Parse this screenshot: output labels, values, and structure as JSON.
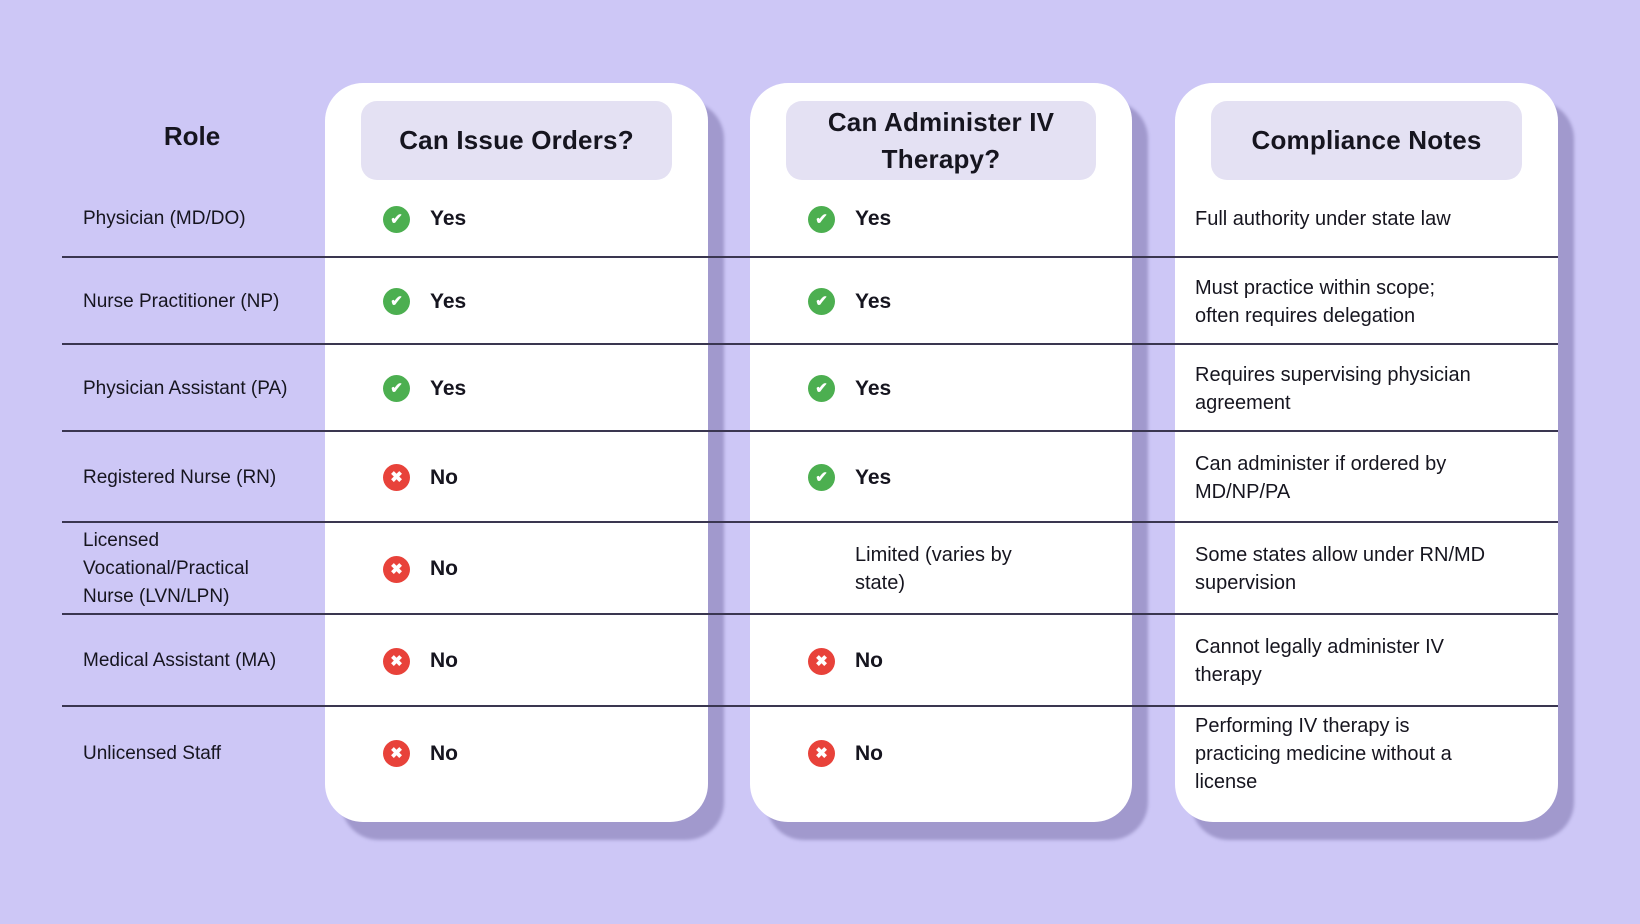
{
  "role_column": {
    "header": "Role"
  },
  "columns": {
    "issue": {
      "title": "Can Issue Orders?"
    },
    "iv": {
      "title": "Can Administer IV Therapy?"
    },
    "notes": {
      "title": "Compliance Notes"
    }
  },
  "glyphs": {
    "check": "✔",
    "x": "✖"
  },
  "colors": {
    "background": "#cdc7f6",
    "card": "#ffffff",
    "pill": "#e4e1f3",
    "text": "#16151f",
    "yes_green": "#4caf50",
    "no_red": "#e8423a",
    "divider": "#3a3650",
    "shadow": "#a59dd1"
  },
  "rows": [
    {
      "role": "Physician (MD/DO)",
      "issue": {
        "state": "yes",
        "label": "Yes"
      },
      "iv": {
        "state": "yes",
        "label": "Yes"
      },
      "note": "Full authority under state law"
    },
    {
      "role": "Nurse Practitioner (NP)",
      "issue": {
        "state": "yes",
        "label": "Yes"
      },
      "iv": {
        "state": "yes",
        "label": "Yes"
      },
      "note": "Must practice within scope;\noften requires delegation"
    },
    {
      "role": "Physician Assistant (PA)",
      "issue": {
        "state": "yes",
        "label": "Yes"
      },
      "iv": {
        "state": "yes",
        "label": "Yes"
      },
      "note": "Requires supervising physician\nagreement"
    },
    {
      "role": "Registered Nurse (RN)",
      "issue": {
        "state": "no",
        "label": "No"
      },
      "iv": {
        "state": "yes",
        "label": "Yes"
      },
      "note": "Can administer if ordered by\nMD/NP/PA"
    },
    {
      "role": "Licensed\nVocational/Practical\nNurse (LVN/LPN)",
      "issue": {
        "state": "no",
        "label": "No"
      },
      "iv": {
        "state": "limited",
        "label": "Limited (varies by\nstate)"
      },
      "note": "Some states allow under RN/MD\nsupervision"
    },
    {
      "role": "Medical Assistant (MA)",
      "issue": {
        "state": "no",
        "label": "No"
      },
      "iv": {
        "state": "no",
        "label": "No"
      },
      "note": "Cannot legally administer IV\ntherapy"
    },
    {
      "role": "Unlicensed Staff",
      "issue": {
        "state": "no",
        "label": "No"
      },
      "iv": {
        "state": "no",
        "label": "No"
      },
      "note": "Performing IV therapy is\npracticing medicine without a\nlicense"
    }
  ],
  "chart_data": {
    "type": "table",
    "title": "",
    "columns": [
      "Role",
      "Can Issue Orders?",
      "Can Administer IV Therapy?",
      "Compliance Notes"
    ],
    "rows": [
      [
        "Physician (MD/DO)",
        "Yes",
        "Yes",
        "Full authority under state law"
      ],
      [
        "Nurse Practitioner (NP)",
        "Yes",
        "Yes",
        "Must practice within scope; often requires delegation"
      ],
      [
        "Physician Assistant (PA)",
        "Yes",
        "Yes",
        "Requires supervising physician agreement"
      ],
      [
        "Registered Nurse (RN)",
        "No",
        "Yes",
        "Can administer if ordered by MD/NP/PA"
      ],
      [
        "Licensed Vocational/Practical Nurse (LVN/LPN)",
        "No",
        "Limited (varies by state)",
        "Some states allow under RN/MD supervision"
      ],
      [
        "Medical Assistant (MA)",
        "No",
        "No",
        "Cannot legally administer IV therapy"
      ],
      [
        "Unlicensed Staff",
        "No",
        "No",
        "Performing IV therapy is practicing medicine without a license"
      ]
    ]
  }
}
